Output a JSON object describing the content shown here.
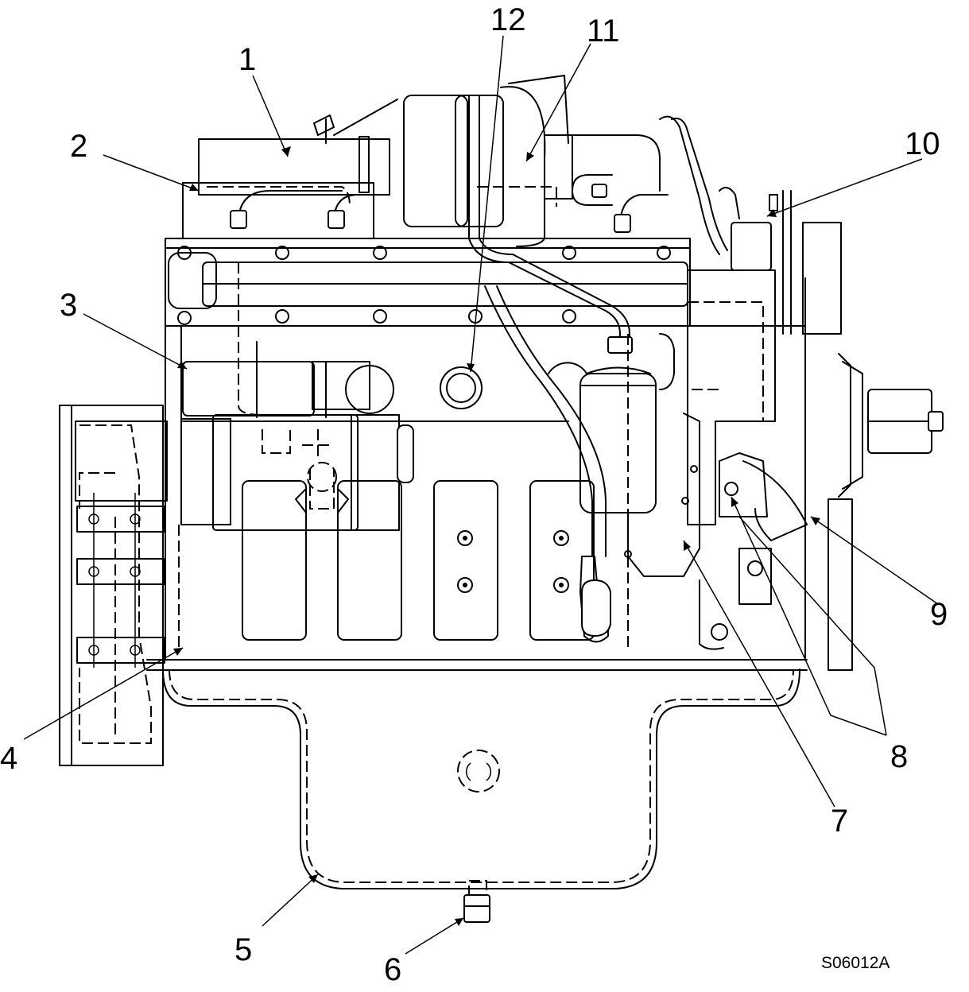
{
  "callouts": [
    {
      "label": "1"
    },
    {
      "label": "2"
    },
    {
      "label": "3"
    },
    {
      "label": "4"
    },
    {
      "label": "5"
    },
    {
      "label": "6"
    },
    {
      "label": "7"
    },
    {
      "label": "8"
    },
    {
      "label": "9"
    },
    {
      "label": "10"
    },
    {
      "label": "11"
    },
    {
      "label": "12"
    }
  ],
  "figure_code": "S06012A",
  "colors": {
    "line": "#000000",
    "background": "#ffffff"
  }
}
